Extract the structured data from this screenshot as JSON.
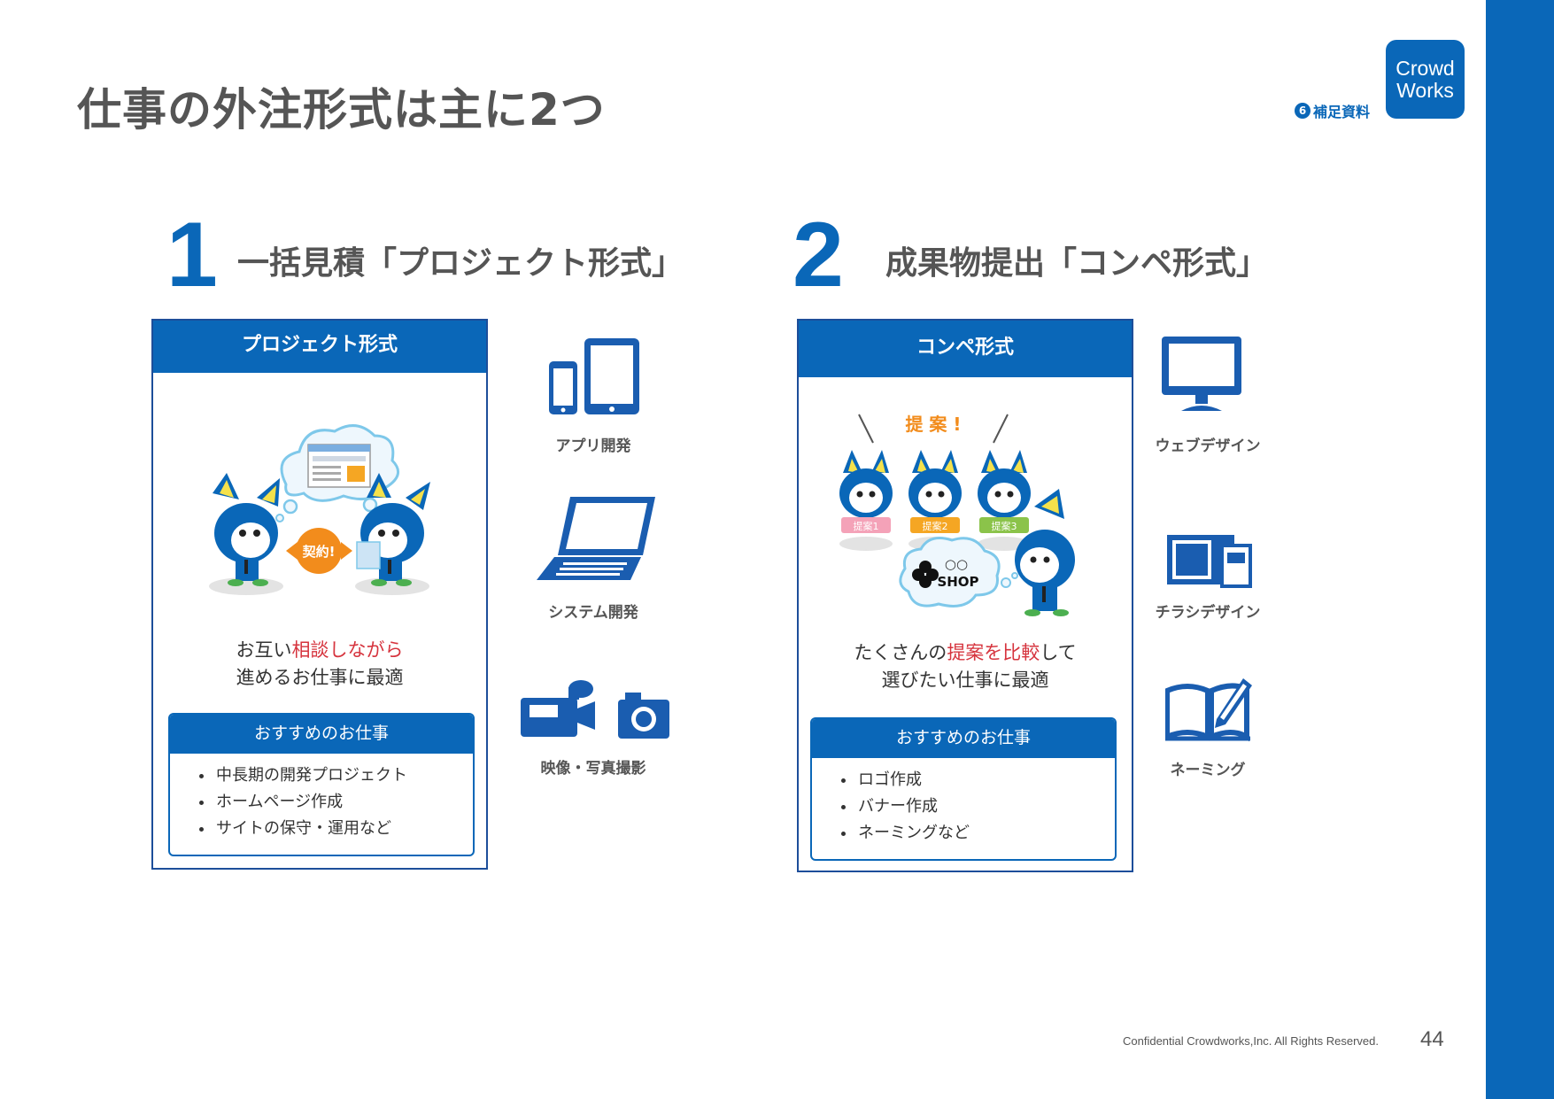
{
  "page_title": "仕事の外注形式は主に2つ",
  "logo": {
    "line1": "Crowd",
    "line2": "Works"
  },
  "supplement": {
    "number": "6",
    "label": "補足資料"
  },
  "colors": {
    "primary": "#0a67b8",
    "accent_red": "#d6343e",
    "accent_orange": "#f28c1c",
    "text": "#555555"
  },
  "section1": {
    "number": "1",
    "title": "一括見積「プロジェクト形式」",
    "card_title": "プロジェクト形式",
    "illustration_label": "契約!",
    "desc_pre": "お互い",
    "desc_highlight": "相談しながら",
    "desc_line2": "進めるお仕事に最適",
    "rec_title": "おすすめのお仕事",
    "rec_items": [
      "中長期の開発プロジェクト",
      "ホームページ作成",
      "サイトの保守・運用など"
    ],
    "icons": [
      {
        "name": "mobile-tablet-icon",
        "label": "アプリ開発"
      },
      {
        "name": "laptop-icon",
        "label": "システム開発"
      },
      {
        "name": "video-camera-icon",
        "label": "映像・写真撮影"
      }
    ]
  },
  "section2": {
    "number": "2",
    "title": "成果物提出「コンペ形式」",
    "card_title": "コンペ形式",
    "illustration": {
      "shout": "提 案 !",
      "tags": [
        "提案1",
        "提案2",
        "提案3"
      ],
      "shop_circles": "○○",
      "shop_label": "SHOP"
    },
    "desc_pre": "たくさんの",
    "desc_highlight": "提案を比較",
    "desc_post": "して",
    "desc_line2": "選びたい仕事に最適",
    "rec_title": "おすすめのお仕事",
    "rec_items": [
      "ロゴ作成",
      "バナー作成",
      "ネーミングなど"
    ],
    "icons": [
      {
        "name": "monitor-icon",
        "label": "ウェブデザイン"
      },
      {
        "name": "flyer-icon",
        "label": "チラシデザイン"
      },
      {
        "name": "book-pen-icon",
        "label": "ネーミング"
      }
    ]
  },
  "footer": {
    "copyright": "Confidential Crowdworks,Inc. All Rights Reserved.",
    "page_number": "44"
  }
}
